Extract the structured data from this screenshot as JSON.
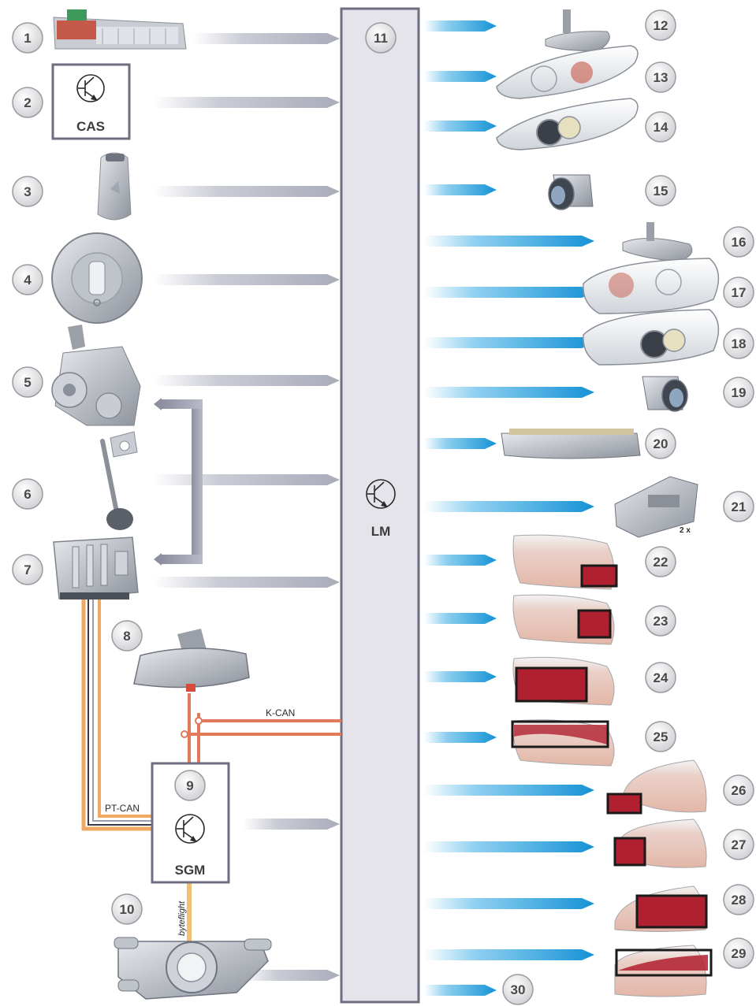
{
  "labels": {
    "cas": "CAS",
    "lm": "LM",
    "sgm": "SGM",
    "kcan": "K-CAN",
    "ptcan": "PT-CAN",
    "byteflight": "byteflight",
    "multiplier": "2 x"
  },
  "numbers": [
    "1",
    "2",
    "3",
    "4",
    "5",
    "6",
    "7",
    "8",
    "9",
    "10",
    "11",
    "12",
    "13",
    "14",
    "15",
    "16",
    "17",
    "18",
    "19",
    "20",
    "21",
    "22",
    "23",
    "24",
    "25",
    "26",
    "27",
    "28",
    "29",
    "30"
  ],
  "colors": {
    "input_arrow": "#b9bcc7",
    "output_arrow": "#1e9fdc",
    "kcan_bus": "#e07a5a",
    "ptcan_bus": "#f0a862",
    "byteflight_bus": "#f2c070",
    "module_border": "#6e6e80",
    "module_fill": "#e4e4ea"
  }
}
